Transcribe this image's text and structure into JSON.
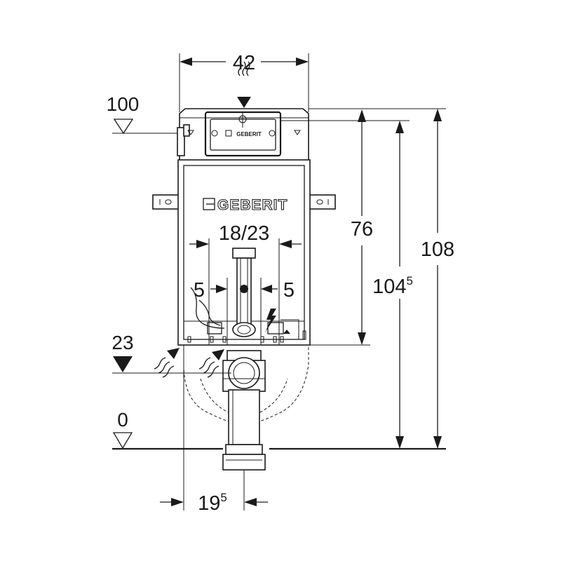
{
  "dimensions": {
    "width_top": "42",
    "outlet_spacing": "18/23",
    "offset_left": "5",
    "offset_right": "5",
    "frame_height": "76",
    "actuator_height_main": "104",
    "actuator_height_sup": "5",
    "total_height": "108",
    "bottom_offset_main": "19",
    "bottom_offset_sup": "5"
  },
  "levels": {
    "top": "100",
    "supply": "23",
    "floor": "0"
  },
  "branding": {
    "frame_logo": "GEBERIT",
    "plate_logo": "GEBERIT"
  },
  "icons": {
    "water_supply": "water-wave-icon",
    "electric": "lightning-icon"
  }
}
